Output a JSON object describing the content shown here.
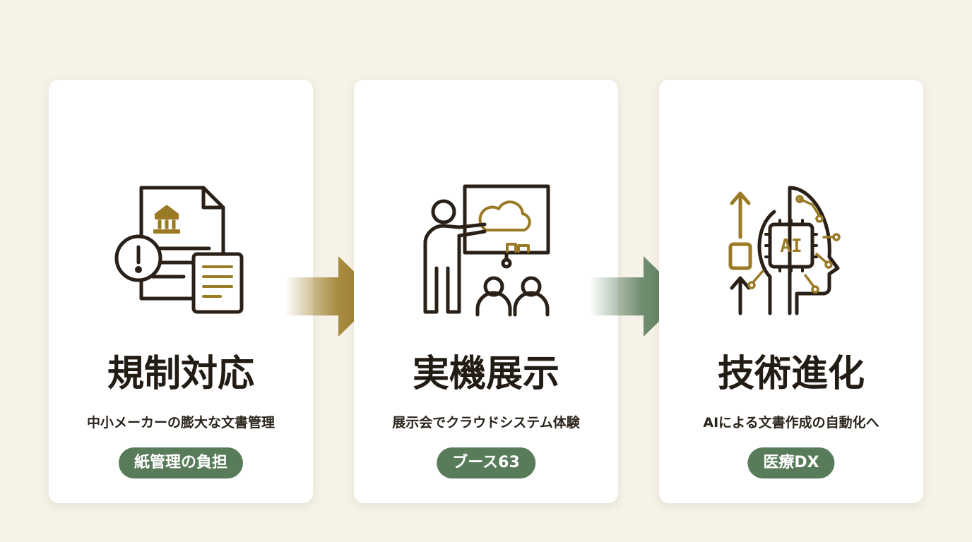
{
  "colors": {
    "background": "#f6f2e8",
    "card": "#ffffff",
    "dark": "#2a2017",
    "gold": "#9a7a24",
    "green": "#587b5a"
  },
  "steps": [
    {
      "title": "規制対応",
      "subtitle": "中小メーカーの膨大な文書管理",
      "tag": "紙管理の負担",
      "icon": "regulation-documents-icon"
    },
    {
      "title": "実機展示",
      "subtitle": "展示会でクラウドシステム体験",
      "tag": "ブース63",
      "icon": "presentation-cloud-icon"
    },
    {
      "title": "技術進化",
      "subtitle": "AIによる文書作成の自動化へ",
      "tag": "医療DX",
      "icon": "ai-head-icon",
      "icon_text": "AI"
    }
  ],
  "arrows": [
    {
      "icon": "arrow-right-icon",
      "color": "#9a7a24"
    },
    {
      "icon": "arrow-right-icon",
      "color": "#587b5a"
    }
  ]
}
